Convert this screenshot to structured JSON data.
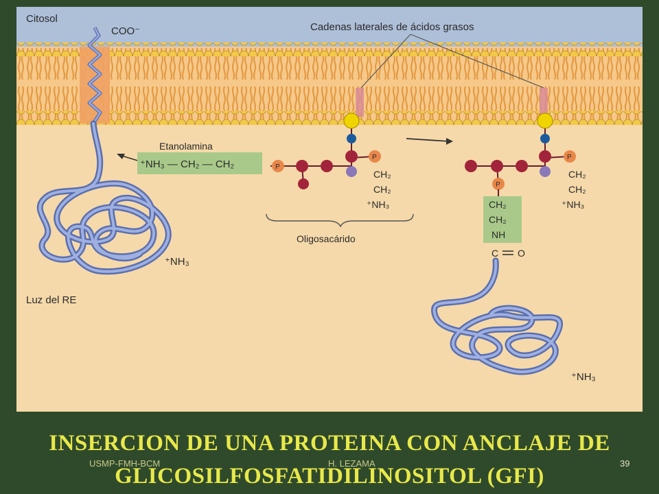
{
  "figure": {
    "labels": {
      "cytosol": "Citosol",
      "coo": "COO⁻",
      "fatty_acid_chains": "Cadenas laterales de ácidos grasos",
      "ethanolamine": "Etanolamina",
      "ethanolamine_formula": "⁺NH₃ — CH₂ — CH₂",
      "oligosaccharide": "Oligosacárido",
      "er_lumen": "Luz del RE",
      "nh3_plus": "⁺NH₃",
      "ch2": "CH₂",
      "nh": "NH",
      "c": "C",
      "o": "O",
      "p": "P"
    },
    "colors": {
      "cytosol_bg": "#aebfd8",
      "lumen_bg": "#f5d9aa",
      "lipid_head": "#f2c948",
      "lipid_tail": "#e39a44",
      "protein": "#8b9bcf",
      "ethanolamine_box": "#a9c98a",
      "phosphate": "#e8874a",
      "sugar_red": "#a2243a",
      "sugar_blue": "#1a5b9e",
      "sugar_purple": "#8a78b8",
      "inositol": "#f0d400"
    }
  },
  "slide": {
    "title": "INSERCION DE UNA PROTEINA CON ANCLAJE DE GLICOSILFOSFATIDILINOSITOL (GFI)",
    "footer_left": "USMP-FMH-BCM",
    "footer_center": "H. LEZAMA",
    "page_number": "39"
  }
}
